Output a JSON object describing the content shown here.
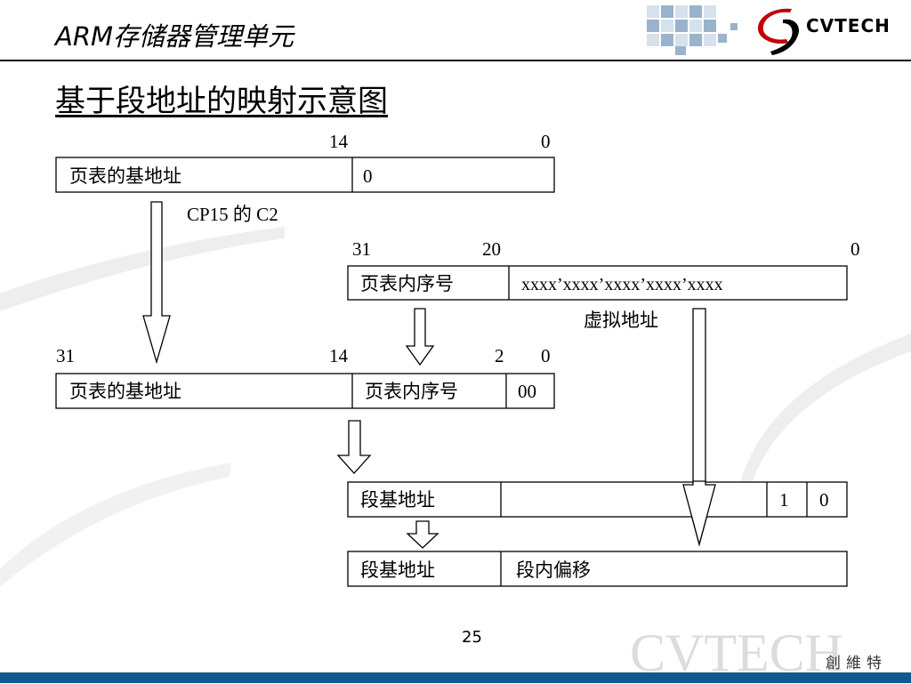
{
  "header": {
    "title": "ARM存储器管理单元",
    "logo_text": "CVTECH",
    "brand_color": "#c00000"
  },
  "slide": {
    "title": "基于段地址的映射示意图",
    "page_number": "25"
  },
  "diagram": {
    "register_c2": {
      "bit_high": "14",
      "bit_low": "0",
      "field_base": "页表的基地址",
      "field_zero": "0",
      "source_label": "CP15  的 C2"
    },
    "virtual_address": {
      "bit_31": "31",
      "bit_20": "20",
      "bit_0": "0",
      "field_index": "页表内序号",
      "field_rest": "xxxx’xxxx’xxxx’xxxx’xxxx",
      "label": "虚拟地址"
    },
    "entry_address": {
      "bit_31": "31",
      "bit_14": "14",
      "bit_2": "2",
      "bit_0": "0",
      "field_base": "页表的基地址",
      "field_index": "页表内序号",
      "field_low": "00"
    },
    "section_descriptor": {
      "field_base": "段基地址",
      "bit_1": "1",
      "bit_0": "0"
    },
    "physical_address": {
      "field_base": "段基地址",
      "field_offset": "段内偏移"
    }
  },
  "footer": {
    "watermark_text": "CVTECH",
    "company_cn": "創維特"
  }
}
